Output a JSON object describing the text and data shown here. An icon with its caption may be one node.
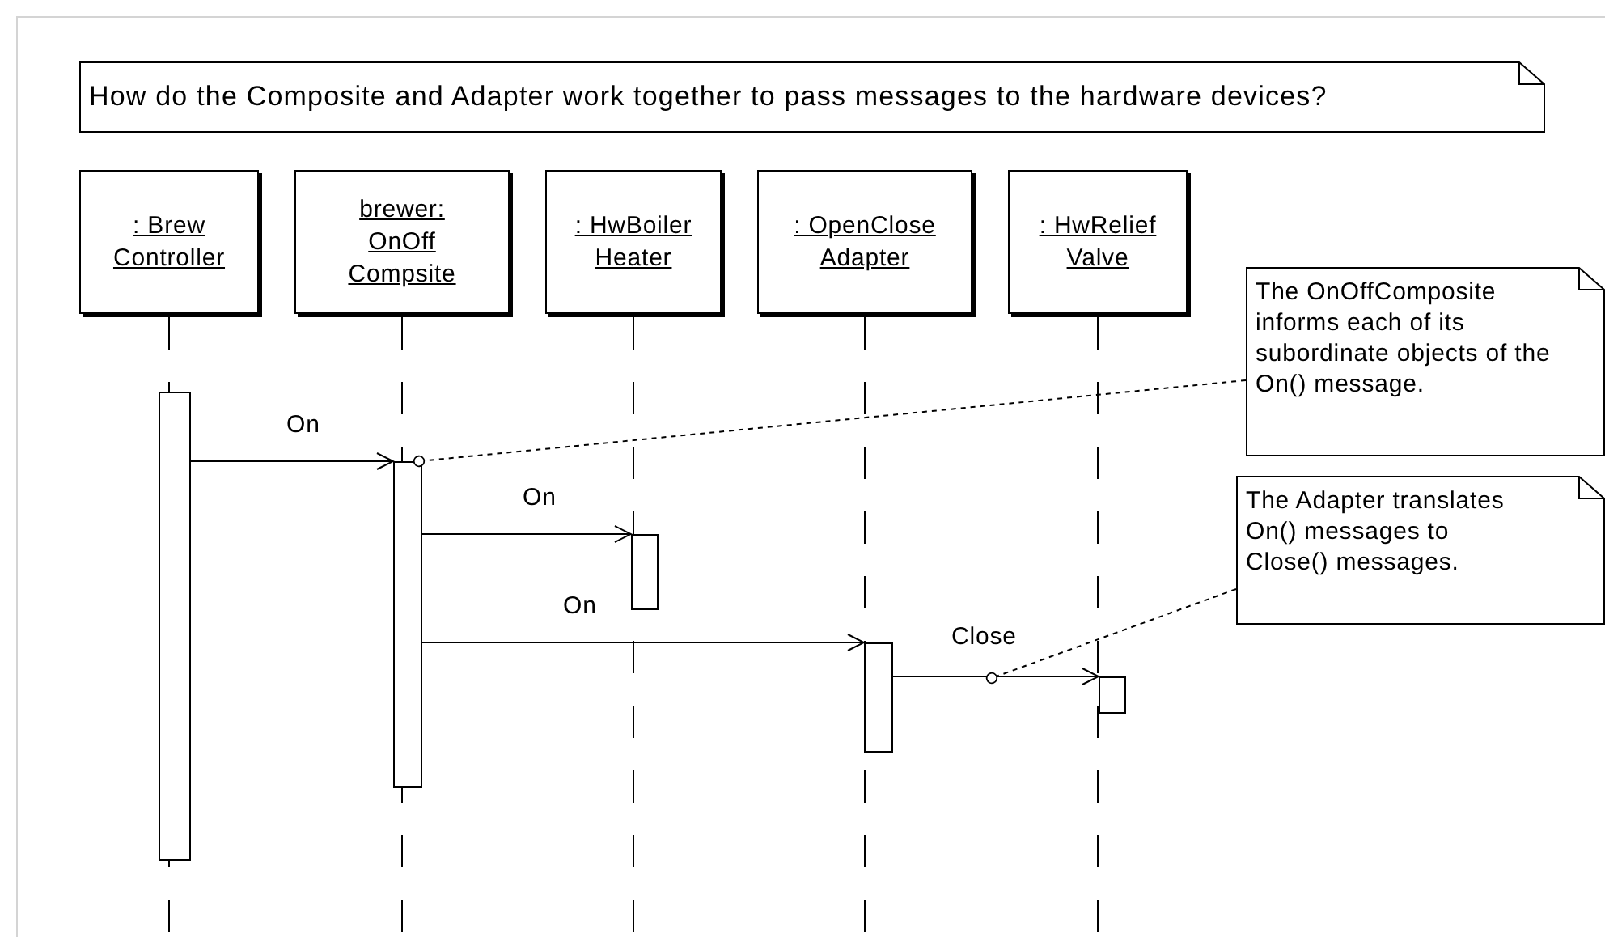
{
  "diagram": {
    "nodes": [
      {
        "text": [
          "How do the Composite and Adapter work together to pass messages to the hardware devices?"
        ]
      },
      {
        "text": [
          ": Brew Controller"
        ]
      },
      {
        "text": [
          "brewer: OnOff Compsite"
        ]
      },
      {
        "text": [
          ": HwBoiler Heater"
        ]
      },
      {
        "text": [
          ": OpenClose Adapter"
        ]
      },
      {
        "text": [
          ": HwRelief Valve"
        ]
      },
      {
        "text": [],
        "shape": "bar"
      },
      {
        "text": [],
        "shape": "bar"
      },
      {
        "text": [],
        "shape": "bar"
      },
      {
        "text": [],
        "shape": "bar"
      },
      {
        "text": [],
        "shape": "bar"
      },
      {
        "text": [
          "The OnOffComposite informs each of its subordinate objects of the On() message."
        ]
      },
      {
        "text": [
          "The Adapter translates On() messages to Close() messages."
        ]
      }
    ],
    "edges": [
      {
        "from": 6,
        "to": 7,
        "arrow": "to",
        "label": "On"
      },
      {
        "from": 7,
        "to": 8,
        "arrow": "to",
        "label": "On"
      },
      {
        "from": 7,
        "to": 9,
        "arrow": "to",
        "label": "On"
      },
      {
        "from": 9,
        "to": 10,
        "arrow": "to",
        "label": "Close"
      },
      {
        "from": 11,
        "to": 7,
        "arrow": "other",
        "style": "dashed"
      },
      {
        "from": 12,
        "to": null,
        "arrow": "other",
        "style": "dashed"
      }
    ]
  }
}
